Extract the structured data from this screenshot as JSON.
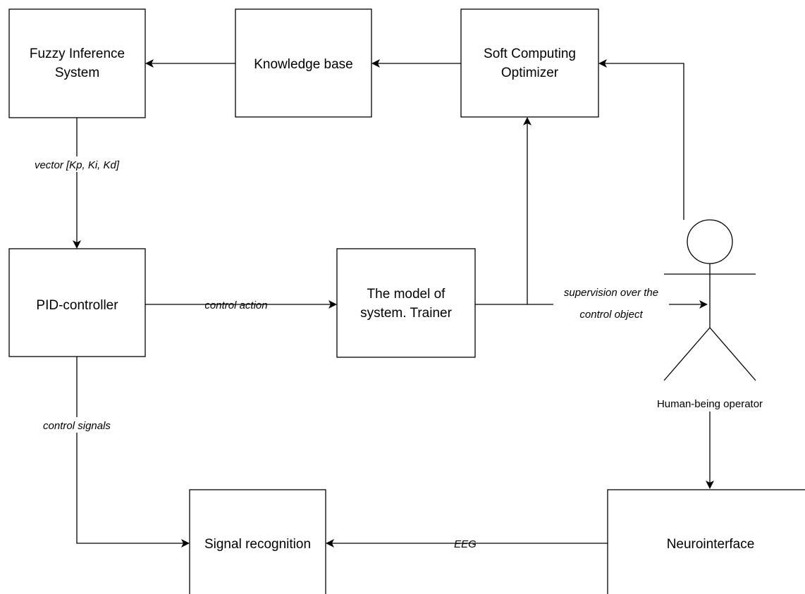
{
  "nodes": {
    "fis": {
      "lines": [
        "Fuzzy Inference",
        "System"
      ]
    },
    "kb": {
      "lines": [
        "Knowledge base"
      ]
    },
    "sco": {
      "lines": [
        "Soft Computing",
        "Optimizer"
      ]
    },
    "pid": {
      "lines": [
        "PID-controller"
      ]
    },
    "model": {
      "lines": [
        "The model of",
        "system. Trainer"
      ]
    },
    "sigrec": {
      "lines": [
        "Signal recognition"
      ]
    },
    "neuro": {
      "lines": [
        "Neurointerface"
      ]
    }
  },
  "actor": {
    "label": "Human-being operator"
  },
  "edge_labels": {
    "vector": "vector [Kp, Ki, Kd]",
    "control_action": "control action",
    "supervision": [
      "supervision over the",
      "control object"
    ],
    "control_signals": "control signals",
    "eeg": "EEG"
  },
  "colors": {
    "stroke": "#000000",
    "background": "#ffffff"
  }
}
